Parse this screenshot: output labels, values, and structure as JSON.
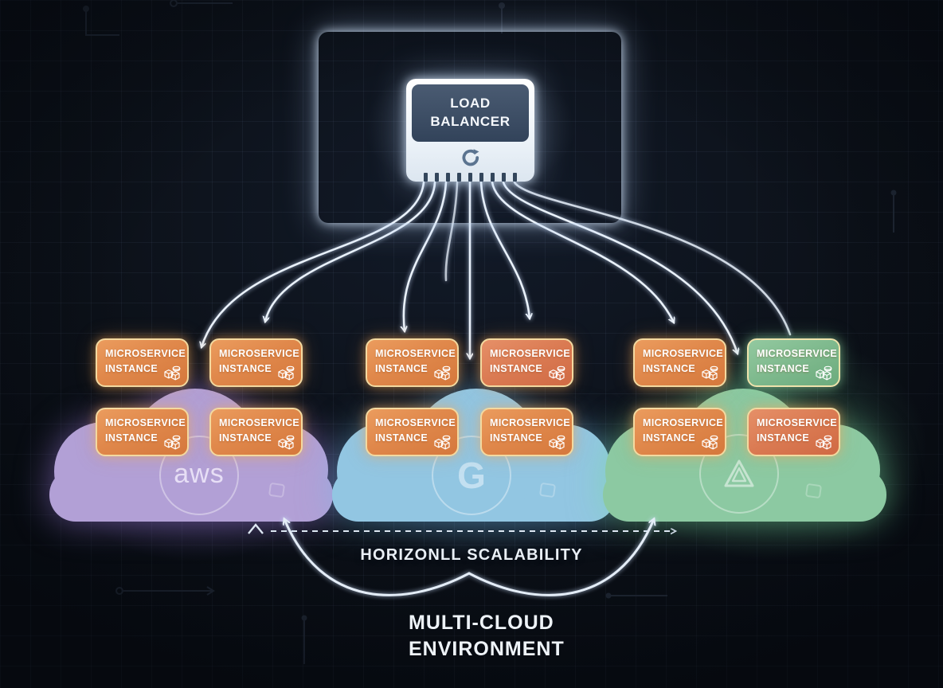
{
  "load_balancer": {
    "label": "LOAD BALANCER",
    "icon": "refresh-icon"
  },
  "instance_box": {
    "line1": "MICROSERVICE",
    "line2": "INSTANCE",
    "icon": "cubes-icon"
  },
  "clouds": [
    {
      "logo_text": "aws",
      "color": "#b2a0d6"
    },
    {
      "logo_text": "G",
      "color": "#92c6e2"
    },
    {
      "logo_text": "",
      "logo_icon": "triangle-logo-icon",
      "color": "#8cc9a2"
    }
  ],
  "annotations": {
    "scalability_label": "HORIZONLL SCALABILITY",
    "environment_line1": "MULTI-CLOUD",
    "environment_line2": "ENVIRONMENT"
  },
  "colors": {
    "background": "#0c1118",
    "box_orange": "#e0884b",
    "box_salmon": "#da7a52",
    "box_green": "#7eb98d",
    "box_border": "#f3d9a0",
    "cloud_purple": "#b2a0d6",
    "cloud_blue": "#92c6e2",
    "cloud_green": "#8cc9a2",
    "lb_header": "#3c4d64",
    "connector": "#eaf2fb"
  }
}
